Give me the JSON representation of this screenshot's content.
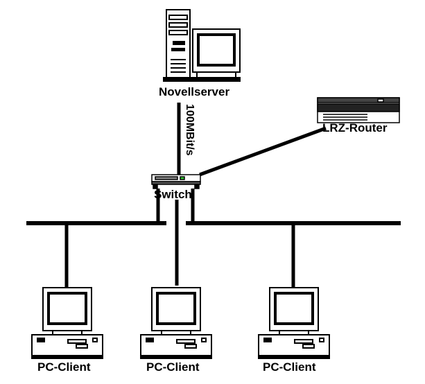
{
  "server": {
    "label": "Novellserver"
  },
  "router": {
    "label": "LRZ-Router"
  },
  "switch": {
    "label": "Switch"
  },
  "link": {
    "speed": "100MBit/s"
  },
  "clients": [
    {
      "label": "PC-Client"
    },
    {
      "label": "PC-Client"
    },
    {
      "label": "PC-Client"
    }
  ],
  "colors": {
    "line": "#000000",
    "device": "#ffffff",
    "router_dark": "#222222",
    "switch_led": "#33cc33"
  },
  "icons": [
    "server-tower-icon",
    "monitor-icon",
    "router-icon",
    "switch-icon",
    "desktop-pc-icon"
  ]
}
